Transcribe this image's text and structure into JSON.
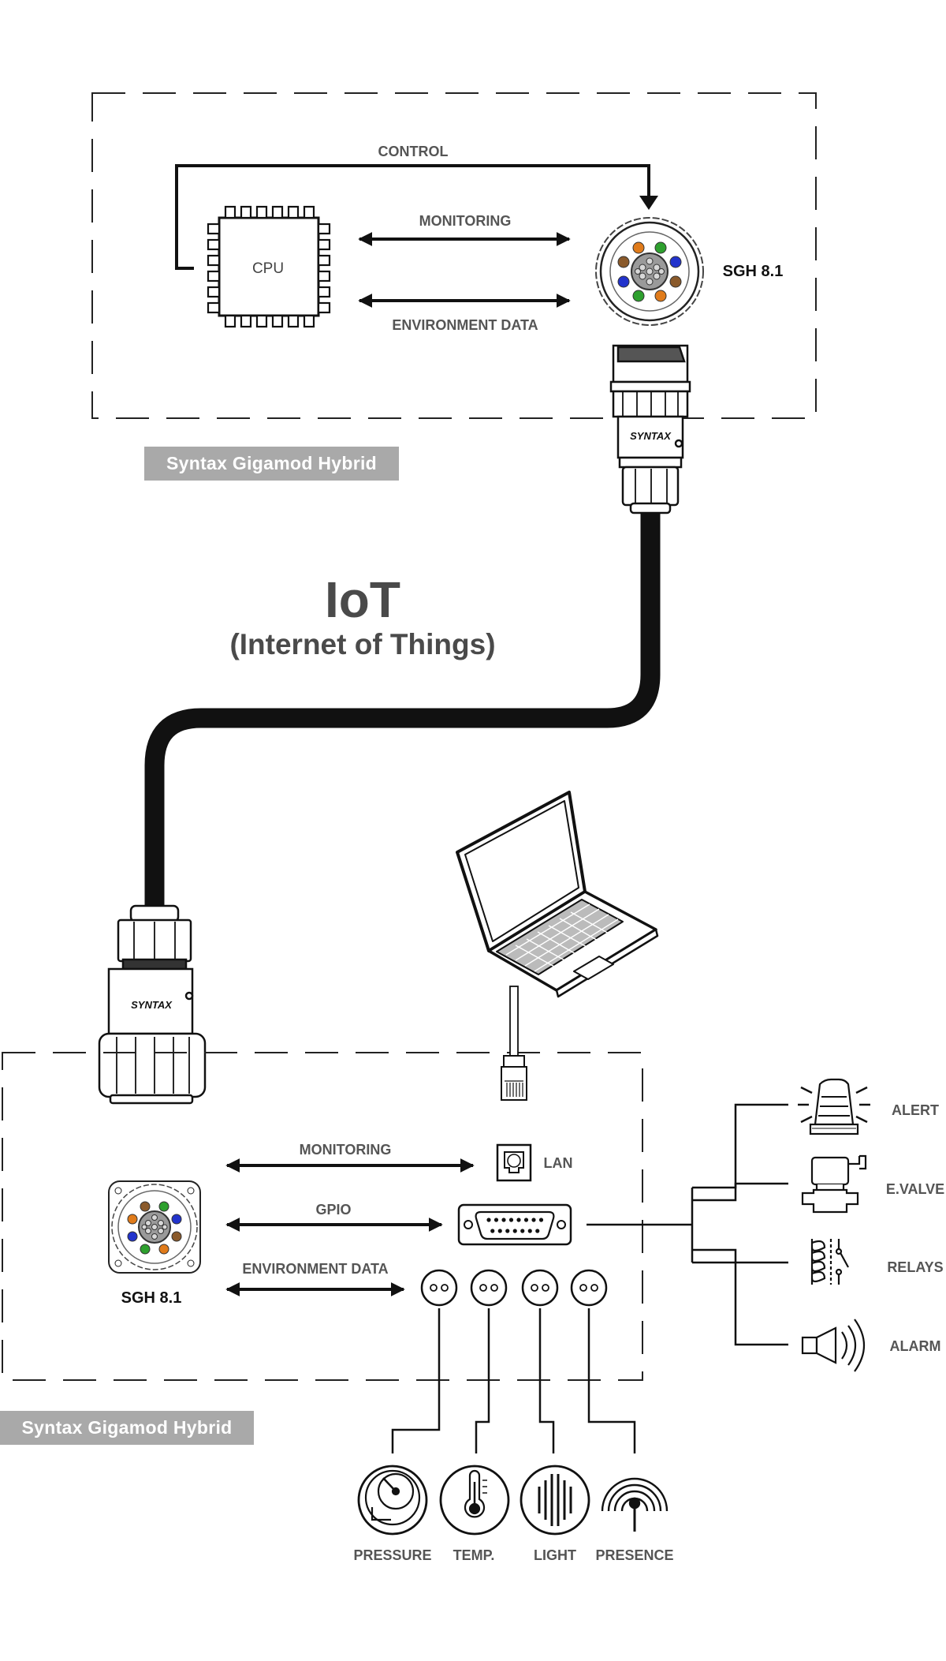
{
  "top_module": {
    "cpu_label": "CPU",
    "control_label": "CONTROL",
    "monitoring_label": "MONITORING",
    "environment_label": "ENVIRONMENT DATA",
    "connector_label": "SGH 8.1",
    "badge": "Syntax Gigamod Hybrid",
    "plug_brand": "SYNTAX"
  },
  "center": {
    "title": "IoT",
    "subtitle": "(Internet of Things)"
  },
  "bottom_module": {
    "connector_label": "SGH 8.1",
    "monitoring_label": "MONITORING",
    "gpio_label": "GPIO",
    "environment_label": "ENVIRONMENT DATA",
    "lan_label": "LAN",
    "badge": "Syntax Gigamod Hybrid",
    "plug_brand": "SYNTAX"
  },
  "outputs": [
    {
      "label": "ALERT",
      "icon": "alert-light-icon"
    },
    {
      "label": "E.VALVE",
      "icon": "electro-valve-icon"
    },
    {
      "label": "RELAYS",
      "icon": "relay-icon"
    },
    {
      "label": "ALARM",
      "icon": "siren-icon"
    }
  ],
  "sensors": [
    {
      "label": "PRESSURE",
      "icon": "pressure-gauge-icon"
    },
    {
      "label": "TEMP.",
      "icon": "thermometer-icon"
    },
    {
      "label": "LIGHT",
      "icon": "light-sensor-icon"
    },
    {
      "label": "PRESENCE",
      "icon": "presence-sensor-icon"
    }
  ],
  "colors": {
    "stroke": "#111111",
    "label_gray": "#555555",
    "badge_bg": "#a9a9a9",
    "pin_orange": "#e07b1a",
    "pin_green": "#2ea02e",
    "pin_blue": "#2233cc",
    "pin_brown": "#8a5a2b"
  }
}
